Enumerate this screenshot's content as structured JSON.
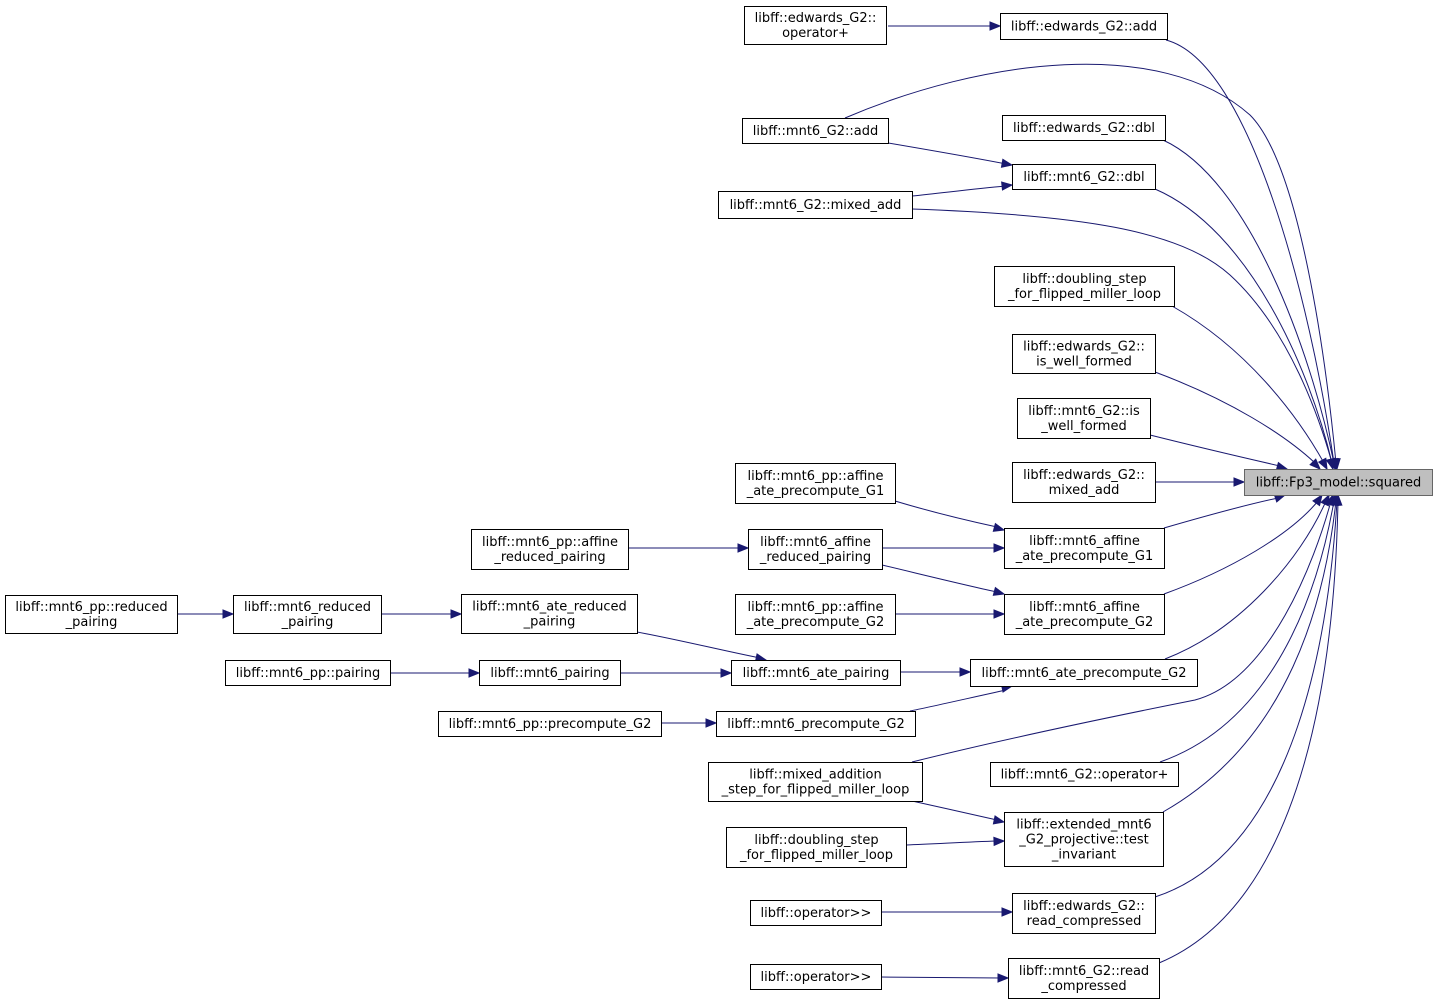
{
  "colors": {
    "edge": "#191970",
    "root_fill": "#bfbfbf",
    "root_stroke": "#666666",
    "node_stroke": "#000000"
  },
  "nodes": {
    "root": [
      "libff::Fp3_model::squared"
    ],
    "eg2_add": [
      "libff::edwards_G2::add"
    ],
    "eg2_opplus": [
      "libff::edwards_G2::",
      "operator+"
    ],
    "m6_add": [
      "libff::mnt6_G2::add"
    ],
    "eg2_dbl": [
      "libff::edwards_G2::dbl"
    ],
    "m6_dbl": [
      "libff::mnt6_G2::dbl"
    ],
    "m6_mixed": [
      "libff::mnt6_G2::mixed_add"
    ],
    "dbl_step_r": [
      "libff::doubling_step",
      "_for_flipped_miller_loop"
    ],
    "eg2_iswf": [
      "libff::edwards_G2::",
      "is_well_formed"
    ],
    "m6_iswf": [
      "libff::mnt6_G2::is",
      "_well_formed"
    ],
    "eg2_mixed": [
      "libff::edwards_G2::",
      "mixed_add"
    ],
    "pp_aff_g1": [
      "libff::mnt6_pp::affine",
      "_ate_precompute_G1"
    ],
    "aff_g1": [
      "libff::mnt6_affine",
      "_ate_precompute_G1"
    ],
    "aff_red": [
      "libff::mnt6_affine",
      "_reduced_pairing"
    ],
    "pp_aff_red": [
      "libff::mnt6_pp::affine",
      "_reduced_pairing"
    ],
    "pp_aff_g2": [
      "libff::mnt6_pp::affine",
      "_ate_precompute_G2"
    ],
    "aff_g2": [
      "libff::mnt6_affine",
      "_ate_precompute_G2"
    ],
    "pp_red": [
      "libff::mnt6_pp::reduced",
      "_pairing"
    ],
    "red": [
      "libff::mnt6_reduced",
      "_pairing"
    ],
    "ate_red": [
      "libff::mnt6_ate_reduced",
      "_pairing"
    ],
    "pp_pair": [
      "libff::mnt6_pp::pairing"
    ],
    "pair": [
      "libff::mnt6_pairing"
    ],
    "ate_pair": [
      "libff::mnt6_ate_pairing"
    ],
    "ate_g2": [
      "libff::mnt6_ate_precompute_G2"
    ],
    "pp_pre_g2": [
      "libff::mnt6_pp::precompute_G2"
    ],
    "pre_g2": [
      "libff::mnt6_precompute_G2"
    ],
    "mixed_step": [
      "libff::mixed_addition",
      "_step_for_flipped_miller_loop"
    ],
    "m6_opplus": [
      "libff::mnt6_G2::operator+"
    ],
    "ext_inv": [
      "libff::extended_mnt6",
      "_G2_projective::test",
      "_invariant"
    ],
    "dbl_step_l": [
      "libff::doubling_step",
      "_for_flipped_miller_loop"
    ],
    "op_rr1": [
      "libff::operator>>"
    ],
    "eg2_readc": [
      "libff::edwards_G2::",
      "read_compressed"
    ],
    "op_rr2": [
      "libff::operator>>"
    ],
    "m6_readc": [
      "libff::mnt6_G2::read",
      "_compressed"
    ]
  }
}
